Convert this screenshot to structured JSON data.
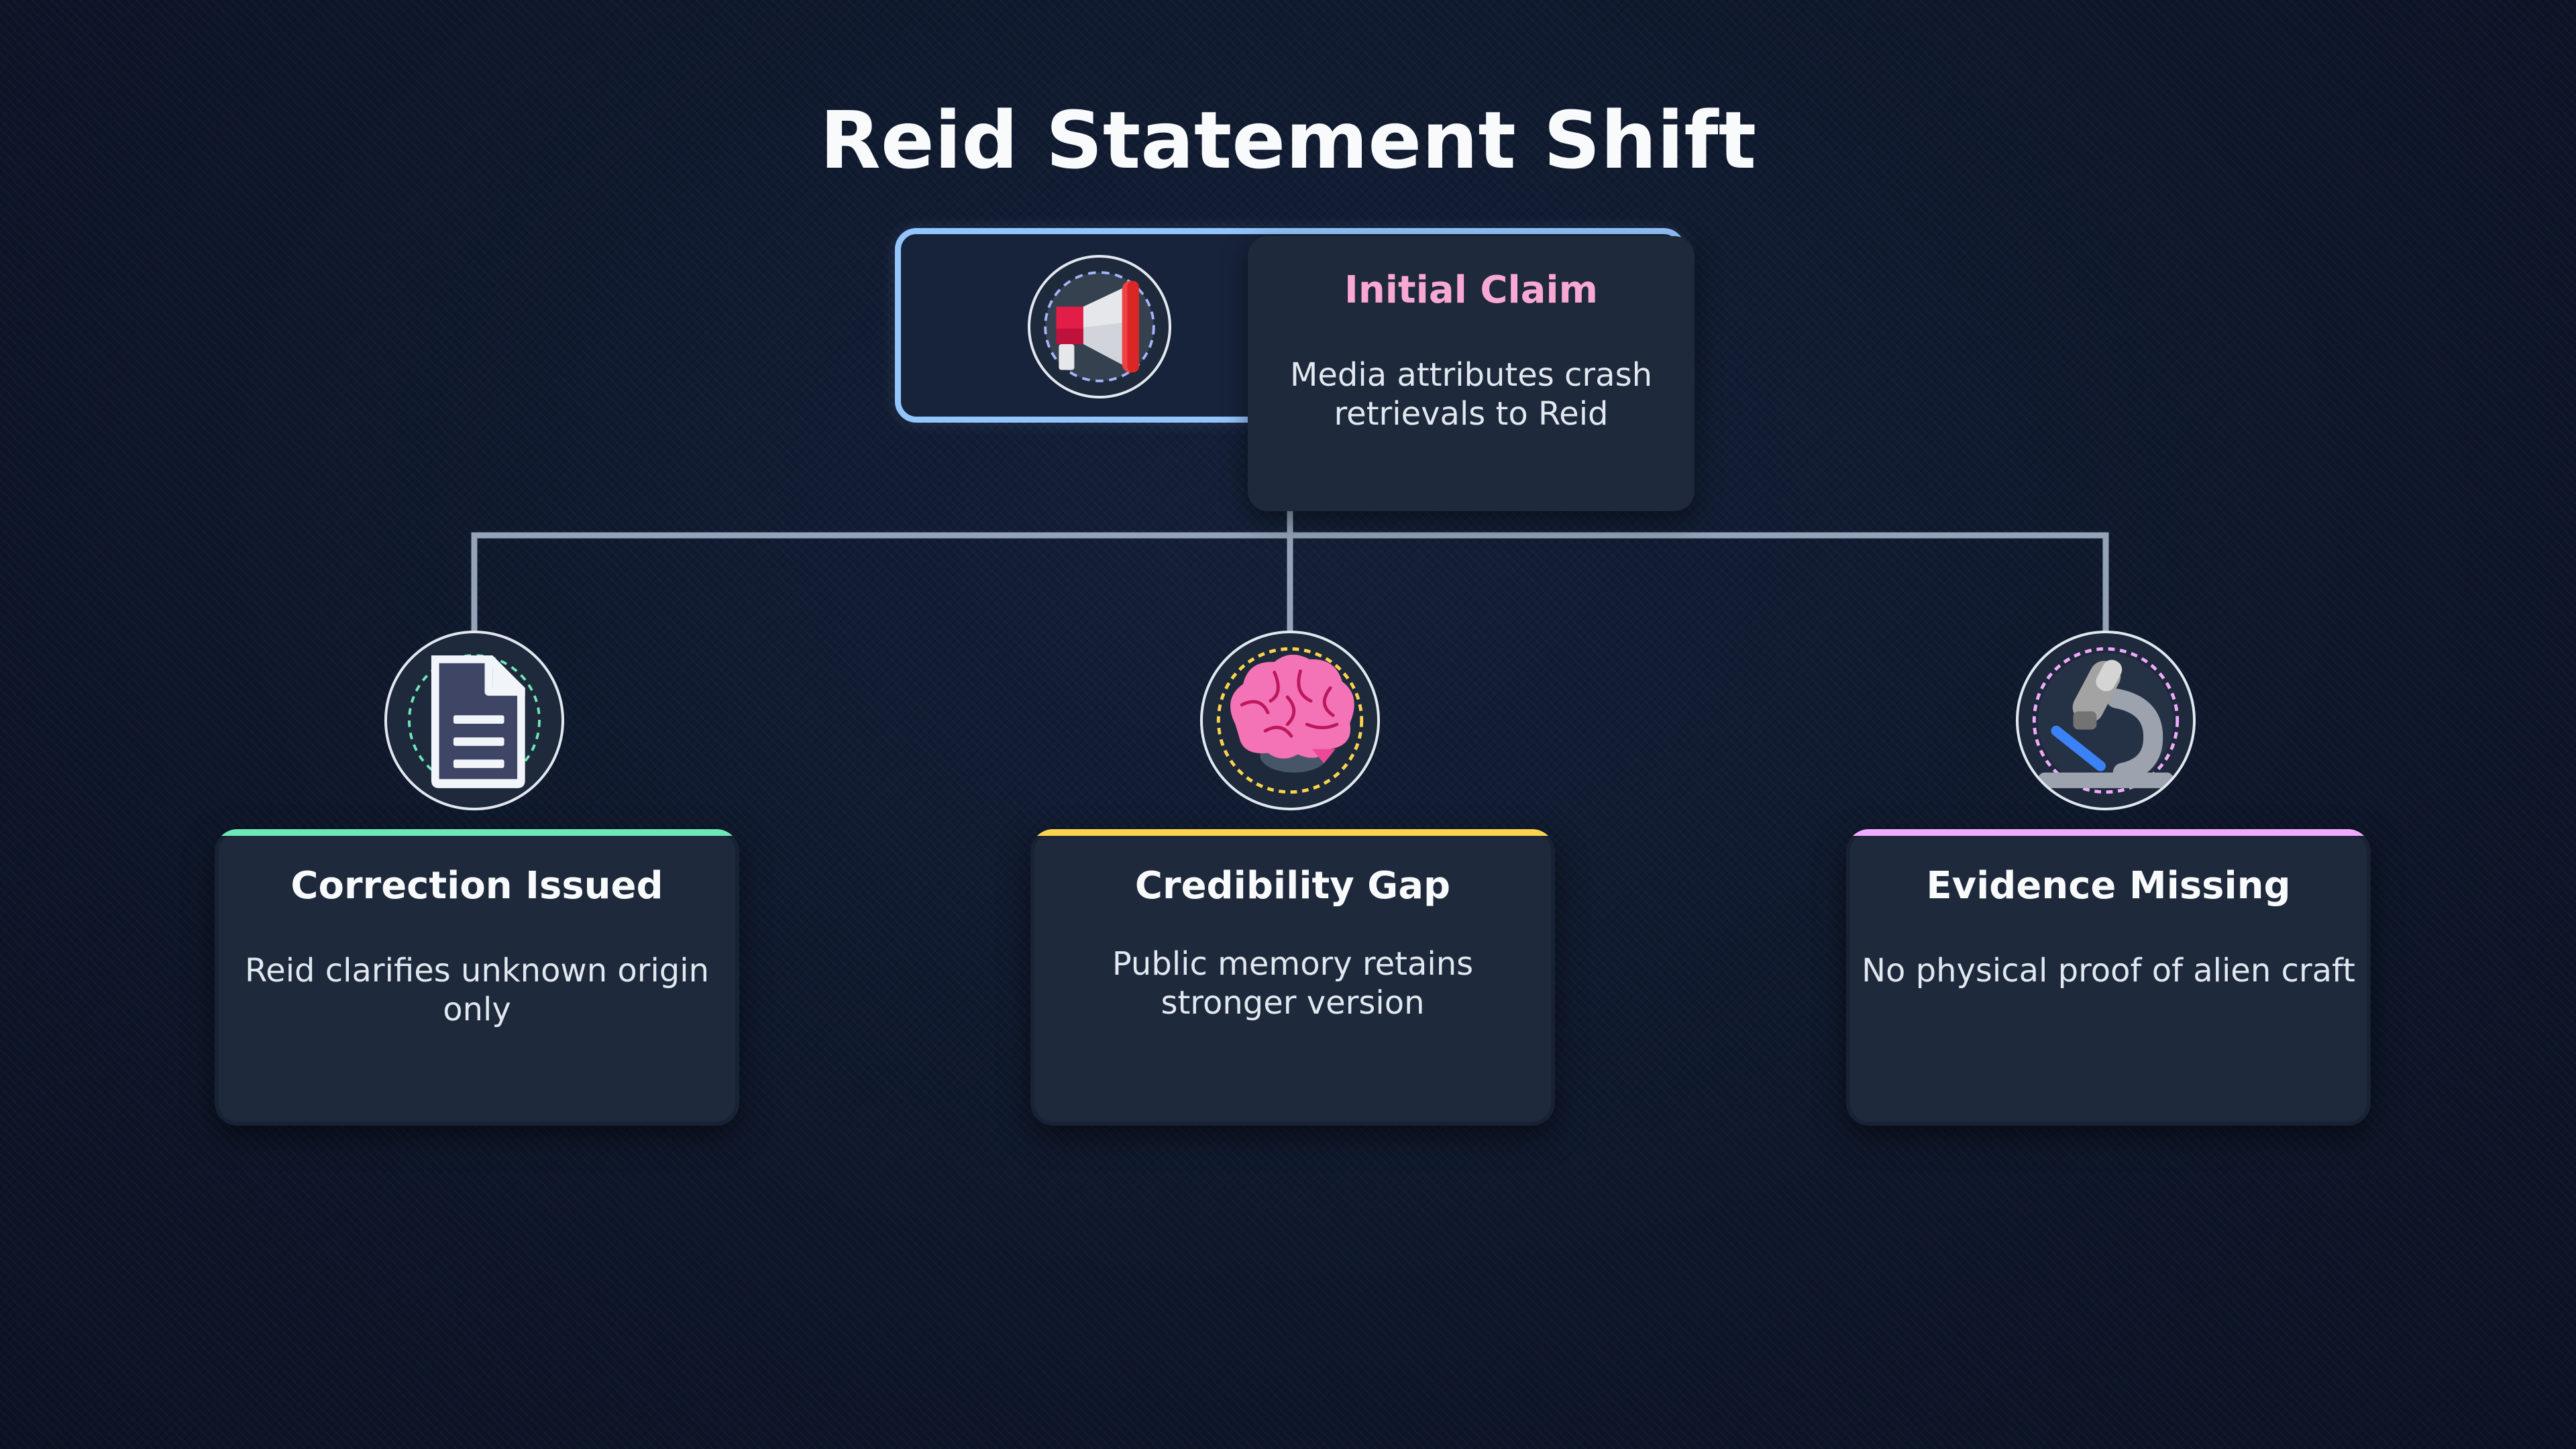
{
  "title": "Reid Statement Shift",
  "colors": {
    "background": "#101a2e",
    "connector": "#94a3b8",
    "root_border": "#93c5fd",
    "root_title": "#f9a8d4",
    "accent_green": "#6ee7b7",
    "accent_yellow": "#fcd34d",
    "accent_pink": "#f0abfc"
  },
  "root": {
    "title": "Initial Claim",
    "text": "Media attributes crash retrievals to Reid",
    "icon": "megaphone-icon"
  },
  "children": [
    {
      "title": "Correction Issued",
      "text": "Reid clarifies unknown origin only",
      "icon": "document-icon"
    },
    {
      "title": "Credibility Gap",
      "text": "Public memory retains stronger version",
      "icon": "brain-icon"
    },
    {
      "title": "Evidence Missing",
      "text": "No physical proof of alien craft",
      "icon": "microscope-icon"
    }
  ]
}
